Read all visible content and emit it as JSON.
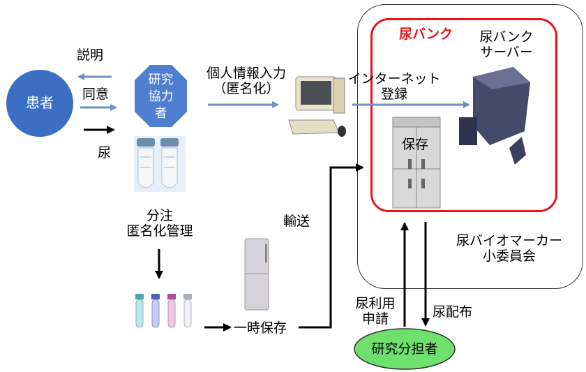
{
  "nodes": {
    "patient": "患者",
    "research_cooperator": [
      "研究",
      "協力",
      "者"
    ],
    "researcher": "研究分担者"
  },
  "bank": {
    "title": "尿バンク",
    "server_label": [
      "尿バンク",
      "サーバー"
    ],
    "storage_label": "保存",
    "committee_label": [
      "尿バイオマーカー",
      "小委員会"
    ]
  },
  "labels": {
    "explanation": "説明",
    "consent": "同意",
    "urine": "尿",
    "personal_info": [
      "個人情報入力",
      "（匿名化）"
    ],
    "internet_register": [
      "インターネット",
      "登録"
    ],
    "aliquot": [
      "分注",
      "匿名化管理"
    ],
    "transport": "輸送",
    "temp_storage": "一時保存",
    "urine_request": [
      "尿利用",
      "申請"
    ],
    "urine_distribution": "尿配布"
  },
  "colors": {
    "patient_fill": "#3a6fc4",
    "cooperator_fill": "#4f7fd0",
    "arrow_blue": "#6f8fc8",
    "bank_border": "#e8131b",
    "bank_title": "#e8131b",
    "researcher_fill": "#6ee06e",
    "outer_box_border": "#333333"
  }
}
